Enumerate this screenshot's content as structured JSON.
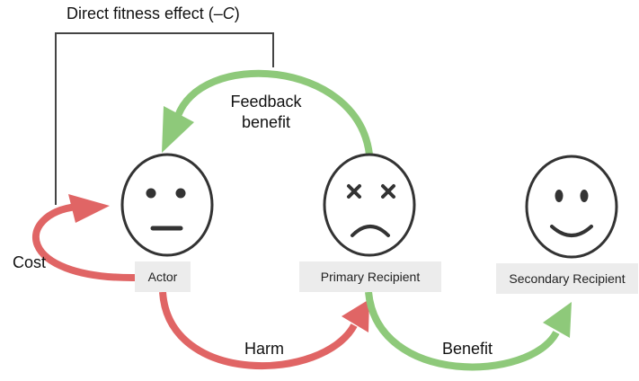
{
  "title": {
    "prefix": "Direct fitness effect (–",
    "italic": "C",
    "suffix": ")"
  },
  "labels": {
    "feedback_line1": "Feedback",
    "feedback_line2": "benefit",
    "cost": "Cost",
    "harm": "Harm",
    "benefit": "Benefit"
  },
  "boxes": {
    "actor": "Actor",
    "primary": "Primary Recipient",
    "secondary": "Secondary Recipient"
  },
  "faces": {
    "actor": "neutral-face-icon",
    "primary": "sad-x-eyes-face-icon",
    "secondary": "smiling-face-icon"
  },
  "colors": {
    "red_arrow": "#e06565",
    "green_arrow": "#8ec97a",
    "bracket_line": "#444444",
    "face_stroke": "#333333",
    "label_box": "#ececec"
  }
}
